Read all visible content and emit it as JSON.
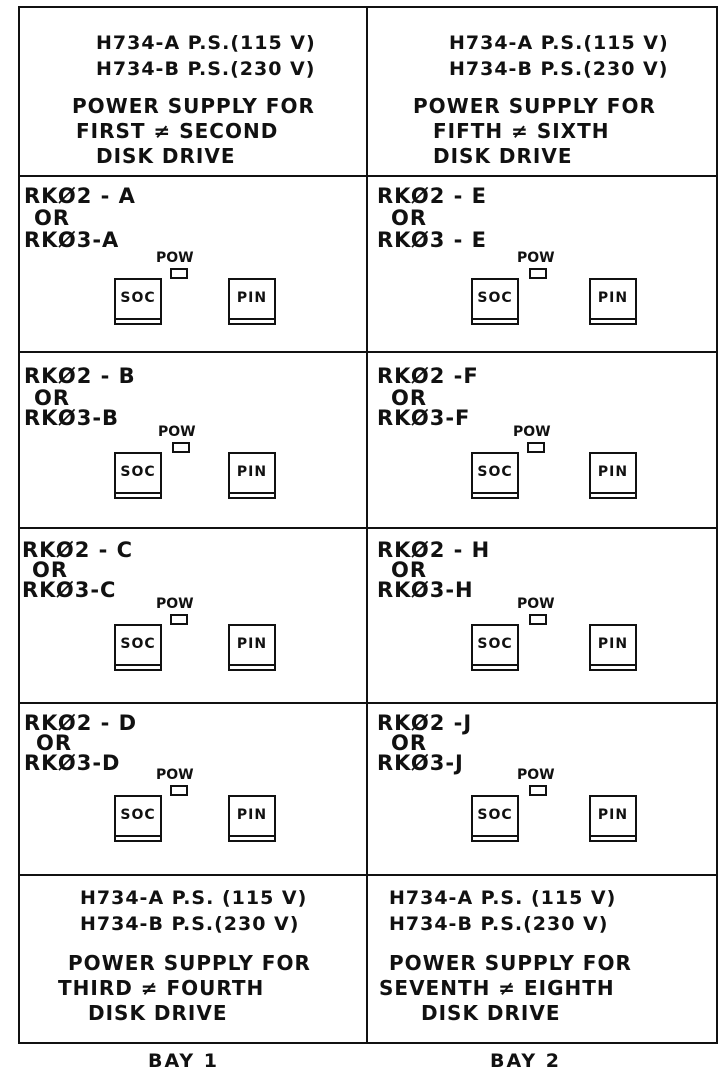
{
  "top_ps": [
    {
      "line1": "H734-A  P.S.(115 V)",
      "line2": "H734-B  P.S.(230 V)",
      "desc1": "POWER SUPPLY FOR",
      "desc2": "FIRST ≠ SECOND",
      "desc3": "DISK DRIVE"
    },
    {
      "line1": "H734-A  P.S.(115 V)",
      "line2": "H734-B  P.S.(230 V)",
      "desc1": "POWER SUPPLY FOR",
      "desc2": "FIFTH ≠ SIXTH",
      "desc3": "DISK DRIVE"
    }
  ],
  "drives": [
    [
      {
        "l1": "RKØ2 - A",
        "or": "OR",
        "l2": "RKØ3-A"
      },
      {
        "l1": "RKØ2 - B",
        "or": "OR",
        "l2": "RKØ3-B"
      },
      {
        "l1": "RKØ2 - C",
        "or": "OR",
        "l2": "RKØ3-C"
      },
      {
        "l1": "RKØ2 - D",
        "or": "OR",
        "l2": "RKØ3-D"
      }
    ],
    [
      {
        "l1": "RKØ2 - E",
        "or": "OR",
        "l2": "RKØ3 - E"
      },
      {
        "l1": "RKØ2 -F",
        "or": "OR",
        "l2": "RKØ3-F"
      },
      {
        "l1": "RKØ2 - H",
        "or": "OR",
        "l2": "RKØ3-H"
      },
      {
        "l1": "RKØ2 -J",
        "or": "OR",
        "l2": "RKØ3-J"
      }
    ]
  ],
  "connector_labels": {
    "pow": "POW",
    "soc": "SOC",
    "pin": "PIN"
  },
  "bottom_ps": [
    {
      "line1": "H734-A  P.S. (115 V)",
      "line2": "H734-B  P.S.(230 V)",
      "desc1": "POWER SUPPLY FOR",
      "desc2": "THIRD ≠ FOURTH",
      "desc3": "DISK DRIVE"
    },
    {
      "line1": "H734-A  P.S. (115 V)",
      "line2": "H734-B  P.S.(230 V)",
      "desc1": "POWER SUPPLY FOR",
      "desc2": "SEVENTH ≠ EIGHTH",
      "desc3": "DISK DRIVE"
    }
  ],
  "bays": [
    "BAY 1",
    "BAY 2"
  ]
}
